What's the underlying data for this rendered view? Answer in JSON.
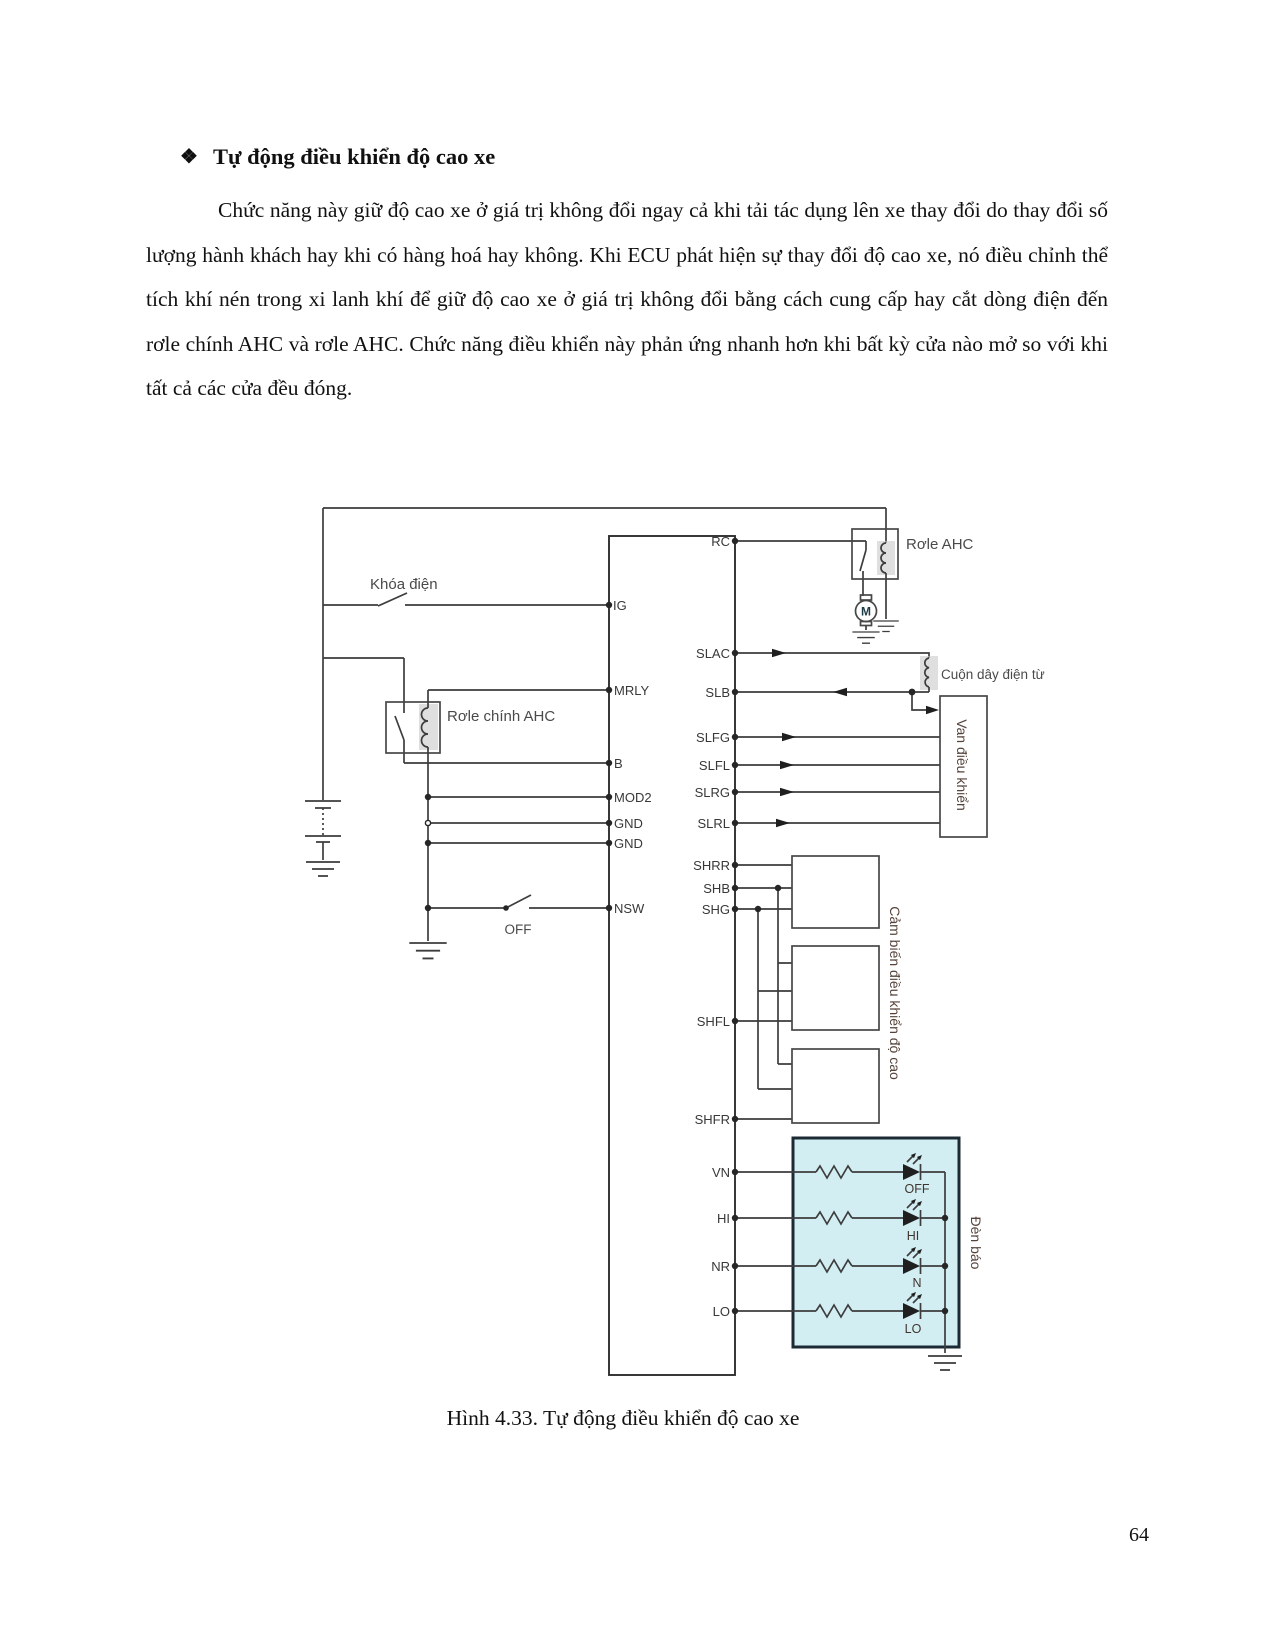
{
  "page": {
    "bullet": "❖",
    "heading": "Tự động điều khiển độ cao xe",
    "paragraph": "Chức năng này giữ độ cao xe ở giá trị không đổi ngay cả khi tải tác dụng lên xe thay đổi do thay đổi số lượng hành khách hay khi có hàng hoá hay không. Khi ECU phát hiện sự thay đổi độ cao xe, nó điều chỉnh thể tích khí nén trong xi lanh khí để giữ độ cao xe ở giá trị không đổi bằng cách cung cấp hay cắt dòng điện đến rơle chính AHC và rơle AHC. Chức năng điều khiển này phản ứng nhanh hơn khi bất kỳ cửa nào mở so với khi tất cả các cửa đều đóng.",
    "caption": "Hình 4.33. Tự động điều khiển độ cao xe",
    "page_number": "64"
  },
  "diagram": {
    "labels": {
      "ignition_switch": "Khóa điện",
      "ahc_relay": "Rơle AHC",
      "main_ahc_relay": "Rơle chính AHC",
      "solenoid_coil": "Cuộn dây điện từ",
      "control_valve": "Van điều khiển",
      "height_sensors": "Cảm biến điều khiển độ cao",
      "indicator_lamps": "Đèn báo",
      "nsw_switch_state": "OFF",
      "motor": "M"
    },
    "ecu_terminals_left": [
      "IG",
      "MRLY",
      "B",
      "MOD2",
      "GND",
      "GND",
      "NSW"
    ],
    "ecu_terminals_right": [
      "RC",
      "SLAC",
      "SLB",
      "SLFG",
      "SLFL",
      "SLRG",
      "SLRL",
      "SHRR",
      "SHB",
      "SHG",
      "SHFL",
      "SHFR",
      "VN",
      "HI",
      "NR",
      "LO"
    ],
    "led_labels": [
      "OFF",
      "HI",
      "N",
      "LO"
    ],
    "colors": {
      "lamp_box_fill": "#d2eef3",
      "lamp_box_border": "#1c2b33",
      "motor_fill": "#c4e9f0"
    }
  }
}
